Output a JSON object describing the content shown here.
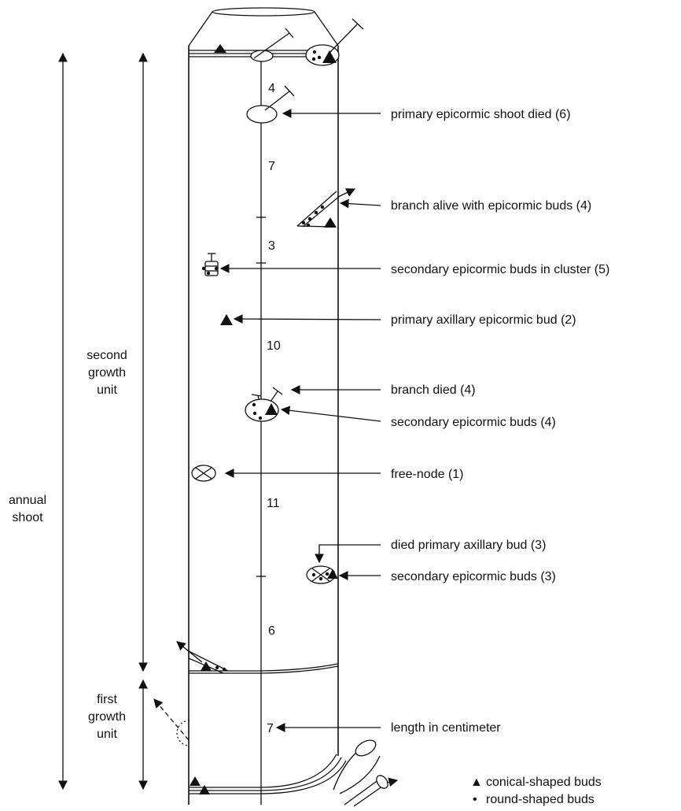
{
  "labels": {
    "primary_epicormic_shoot_died": "primary epicormic shoot died (6)",
    "branch_alive_with_epicormic_buds": "branch alive with epicormic buds (4)",
    "secondary_epicormic_buds_in_cluster": "secondary epicormic buds in cluster (5)",
    "primary_axillary_epicormic_bud": "primary axillary epicormic bud (2)",
    "branch_died": "branch died (4)",
    "secondary_epicormic_buds_4": "secondary epicormic buds (4)",
    "free_node": "free-node (1)",
    "died_primary_axillary_bud": "died primary axillary bud (3)",
    "secondary_epicormic_buds_3": "secondary epicormic buds (3)",
    "length_in_centimeter": "length in centimeter"
  },
  "side_labels": {
    "annual_shoot": [
      "annual",
      "shoot"
    ],
    "second_growth_unit": [
      "second",
      "growth",
      "unit"
    ],
    "first_growth_unit": [
      "first",
      "growth",
      "unit"
    ]
  },
  "lengths": [
    "4",
    "7",
    "3",
    "10",
    "11",
    "6",
    "7"
  ],
  "legend": {
    "conical_symbol": "▲",
    "conical_label": "conical-shaped  buds",
    "round_symbol": "•",
    "round_label": "round-shaped buds"
  }
}
